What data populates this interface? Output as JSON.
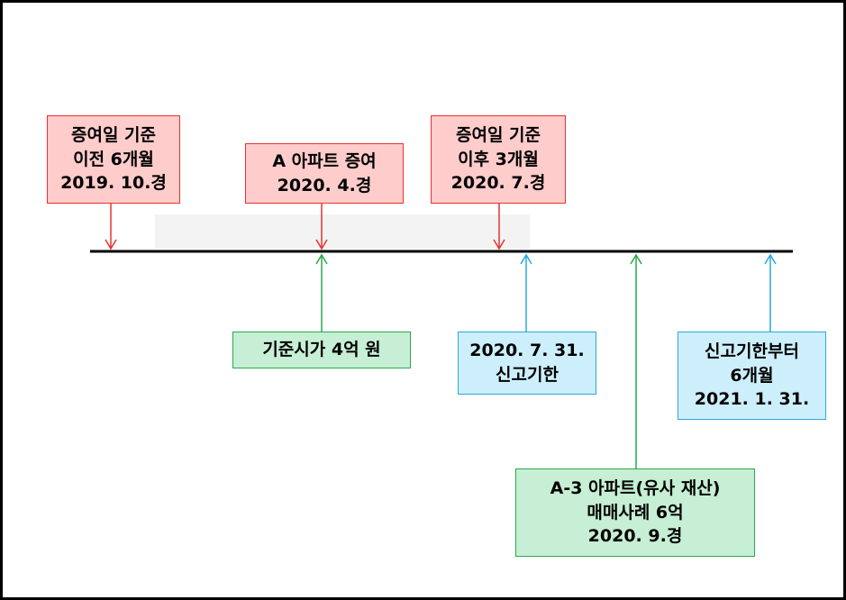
{
  "colors": {
    "red_fill": "#ffcccc",
    "red_line": "#e63232",
    "green_fill": "#c6efd5",
    "green_line": "#2aa84a",
    "blue_fill": "#cdeffc",
    "blue_line": "#29a8dc",
    "axis": "#000000"
  },
  "boxes": {
    "gift_before": {
      "lines": [
        "증여일 기준",
        "이전 6개월",
        "2019. 10.경"
      ]
    },
    "gift_apt": {
      "lines": [
        "A 아파트 증여",
        "2020. 4.경"
      ]
    },
    "gift_after": {
      "lines": [
        "증여일 기준",
        "이후 3개월",
        "2020. 7.경"
      ]
    },
    "std_price": {
      "lines": [
        "기준시가 4억 원"
      ]
    },
    "deadline": {
      "lines": [
        "2020. 7. 31.",
        "신고기한"
      ]
    },
    "after_deadline": {
      "lines": [
        "신고기한부터",
        "6개월",
        "2021. 1. 31."
      ]
    },
    "similar_sale": {
      "lines": [
        "A-3 아파트(유사 재산)",
        "매매사례 6억",
        "2020. 9.경"
      ]
    }
  }
}
